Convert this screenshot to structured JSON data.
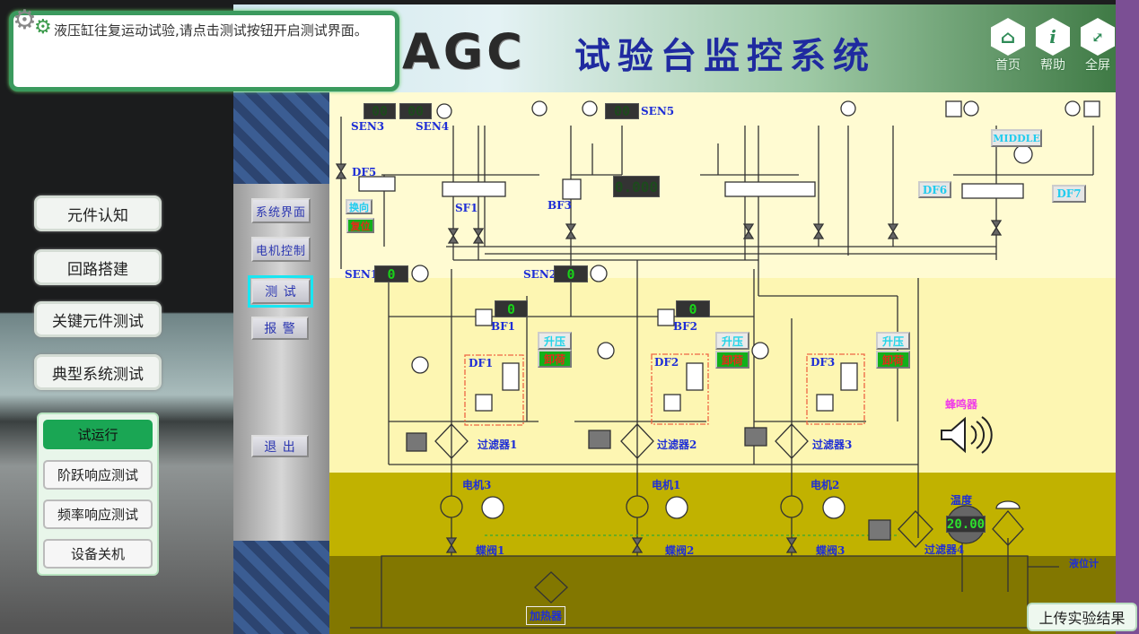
{
  "tooltip": {
    "text": "液压缸往复运动试验,请点击测试按钮开启测试界面。"
  },
  "header": {
    "logo": "AGC",
    "title": "试验台监控系统",
    "nav": [
      {
        "label": "首页",
        "icon": "home-icon"
      },
      {
        "label": "帮助",
        "icon": "info-icon"
      },
      {
        "label": "全屏",
        "icon": "fullscreen-icon"
      }
    ]
  },
  "left_menu": {
    "items": [
      "元件认知",
      "回路搭建",
      "关键元件测试",
      "典型系统测试"
    ],
    "sub_items": [
      "试运行",
      "阶跃响应测试",
      "频率响应测试",
      "设备关机"
    ],
    "active_sub": "试运行"
  },
  "side_buttons": {
    "system": "系统界面",
    "motor": "电机控制",
    "test": "测 试",
    "alarm": "报 警",
    "exit": "退 出"
  },
  "diagram": {
    "sensors": {
      "sen1": "SEN1",
      "sen2": "SEN2",
      "sen3": "SEN3",
      "sen4": "SEN4",
      "sen5": "SEN5"
    },
    "displays": {
      "sen1": "0",
      "sen2": "0",
      "bf1": "0",
      "bf2": "0",
      "sen3": "00",
      "sen4": "00",
      "sen5": "00",
      "bf3": "0.000",
      "temperature": "20.00"
    },
    "valves": {
      "df5": "DF5",
      "sf1": "SF1",
      "bf3": "BF3",
      "df6": "DF6",
      "df7": "DF7",
      "bf1": "BF1",
      "bf2": "BF2",
      "df1": "DF1",
      "df2": "DF2",
      "df3": "DF3",
      "middle": "MIDDLE"
    },
    "buttons": {
      "reverse": "换向",
      "reset": "复位",
      "boost": "升压",
      "unload": "卸荷"
    },
    "filters": [
      "过滤器1",
      "过滤器2",
      "过滤器3",
      "过滤器4"
    ],
    "buzzer": "蜂鸣器",
    "motors": [
      "电机3",
      "电机1",
      "电机2"
    ],
    "butterfly_valves": [
      "蝶阀1",
      "蝶阀2",
      "蝶阀3"
    ],
    "temperature_label": "温度",
    "heater": "加热器",
    "level_gauge": "液位计"
  },
  "upload_button": "上传实验结果",
  "colors": {
    "accent": "#3b9a5e",
    "label_blue": "#1e2ed6",
    "purple": "#7b4f94"
  }
}
